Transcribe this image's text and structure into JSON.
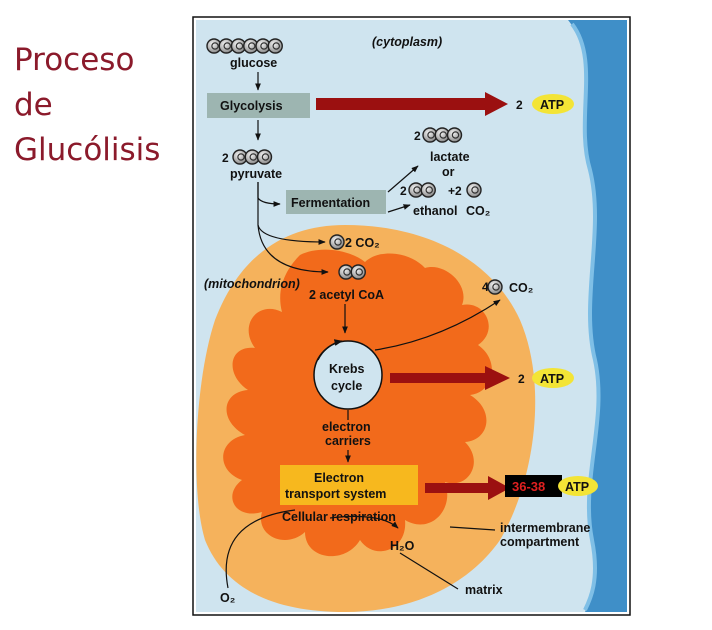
{
  "slide_title": [
    "Proceso",
    "de",
    "Glucólisis"
  ],
  "colors": {
    "title": "#8b1a2b",
    "cytoplasm": "#cfe4ef",
    "membrane": "#3f8fc8",
    "mitochondrion_outer": "#f5b25c",
    "matrix": "#f26a1b",
    "arrow_atp": "#9b1010",
    "atp_badge": "#f3e436",
    "process_box": "#9db5b1",
    "ets_box": "#f7b81e"
  },
  "diagram": {
    "cytoplasm_label": "(cytoplasm)",
    "glucose": {
      "count": "",
      "label": "glucose"
    },
    "glycolysis": "Glycolysis",
    "glycolysis_atp": {
      "count": "2",
      "badge": "ATP"
    },
    "pyruvate": {
      "count": "2",
      "label": "pyruvate"
    },
    "fermentation": "Fermentation",
    "lactate": {
      "count": "2",
      "label": "lactate"
    },
    "or": "or",
    "ethanol": {
      "count": "2",
      "plus": "+2",
      "label": "ethanol",
      "co2": "CO₂"
    },
    "co2_2": {
      "label": "2 CO₂"
    },
    "mitochondrion_label": "(mitochondrion)",
    "acetyl_coa": "2 acetyl CoA",
    "co2_4": {
      "count": "4",
      "label": "CO₂"
    },
    "krebs": [
      "Krebs",
      "cycle"
    ],
    "krebs_atp": {
      "count": "2",
      "badge": "ATP"
    },
    "electron_carriers": [
      "electron",
      "carriers"
    ],
    "ets": [
      "Electron",
      "transport system"
    ],
    "ets_atp": {
      "count": "36-38",
      "badge": "ATP"
    },
    "cellular_respiration": "Cellular respiration",
    "h2o": "H₂O",
    "o2": "O₂",
    "intermembrane": [
      "intermembrane",
      "compartment"
    ],
    "matrix": "matrix"
  }
}
